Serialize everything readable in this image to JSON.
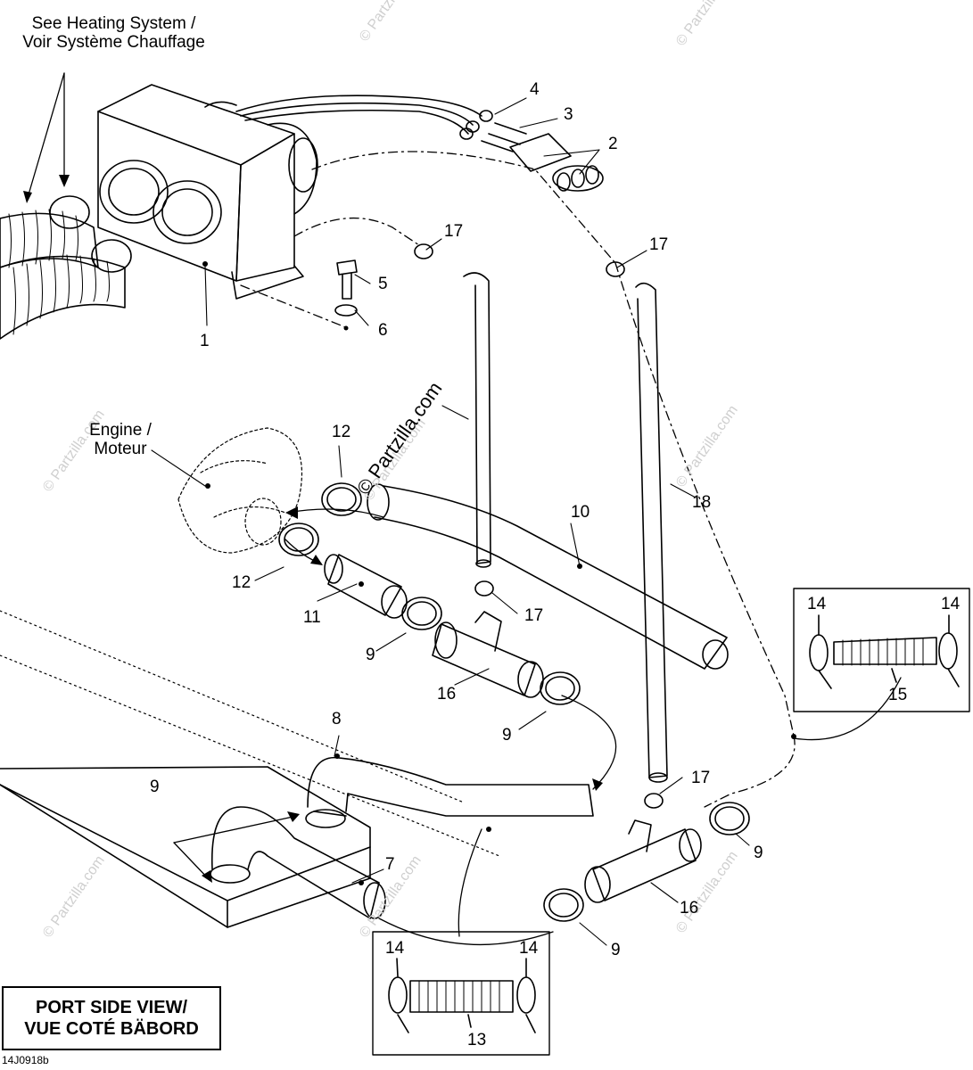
{
  "notes": {
    "heating_line1": "See Heating System /",
    "heating_line2": "Voir Système Chauffage",
    "engine_line1": "Engine /",
    "engine_line2": "Moteur"
  },
  "view_label": {
    "line1": "PORT SIDE VIEW/",
    "line2": "VUE COTÉ BÄBORD"
  },
  "diagram_code": "14J0918b",
  "watermark": {
    "text": "© Partzilla.com",
    "color": "#cfcfcf"
  },
  "callouts": {
    "c1": "1",
    "c2": "2",
    "c3": "3",
    "c4": "4",
    "c5": "5",
    "c6": "6",
    "c7": "7",
    "c8": "8",
    "c9a": "9",
    "c9b": "9",
    "c9c": "9",
    "c9d": "9",
    "c9e": "9",
    "c10": "10",
    "c11": "11",
    "c12a": "12",
    "c12b": "12",
    "c13": "13",
    "c14a": "14",
    "c14b": "14",
    "c14c": "14",
    "c14d": "14",
    "c15": "15",
    "c16a": "16",
    "c16b": "16",
    "c17a": "17",
    "c17b": "17",
    "c17c": "17",
    "c17d": "17",
    "c18": "18"
  }
}
